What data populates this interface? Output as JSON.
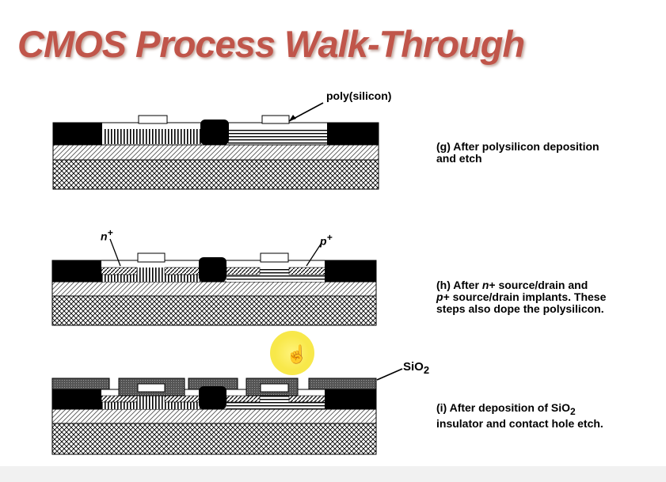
{
  "title": "CMOS Process Walk-Through",
  "colors": {
    "title": "#c0554a",
    "highlight": "#f8e84a"
  },
  "labels": {
    "poly": "poly(silicon)",
    "nplus_n": "n",
    "nplus_sign": "+",
    "pplus_p": "p",
    "pplus_sign": "+",
    "sio2_base": "SiO",
    "sio2_sub": "2"
  },
  "steps": [
    {
      "tag": "(g)",
      "lines": [
        "(g) After polysilicon deposition",
        "and etch"
      ]
    },
    {
      "tag": "(h)",
      "line1_pre": "(h) After ",
      "line1_n": "n",
      "line1_post": "+ source/drain and",
      "line2_p": "p",
      "line2_post": "+ source/drain implants. These",
      "line3": "steps also dope the polysilicon."
    },
    {
      "tag": "(i)",
      "line1_pre": "(i) After deposition of SiO",
      "line1_sub": "2",
      "line2": "insulator and contact hole etch."
    }
  ],
  "icons": {
    "cursor": "hand-pointer-icon"
  }
}
